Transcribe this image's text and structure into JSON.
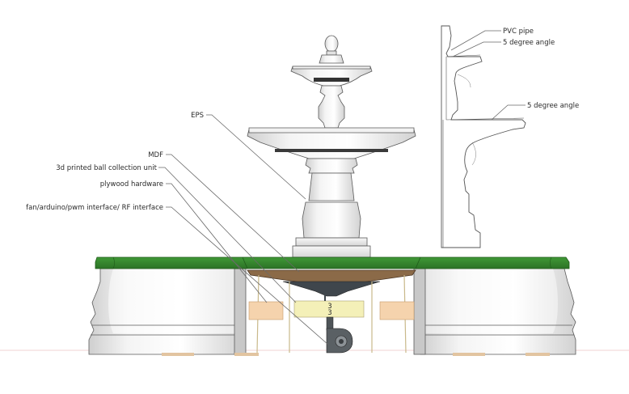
{
  "labels": {
    "pvc_pipe": "PVC pipe",
    "angle_top": "5 degree angle",
    "angle_mid": "5 degree angle",
    "eps": "EPS",
    "mdf": "MDF",
    "ball_unit": "3d printed ball collection unit",
    "plywood": "plywood hardware",
    "fan": "fan/arduino/pwm interface/ RF interface"
  },
  "part_marks": {
    "top": "3",
    "bottom": "3"
  },
  "colors": {
    "rim_green": "#3e8f35",
    "stone": "#e9e9e9",
    "mdf": "#8b6a48",
    "plywood": "#f5d3ad",
    "ball_unit": "#f4f0b8",
    "fan": "#5a5a5a",
    "ground_line": "#e6a8a8"
  }
}
